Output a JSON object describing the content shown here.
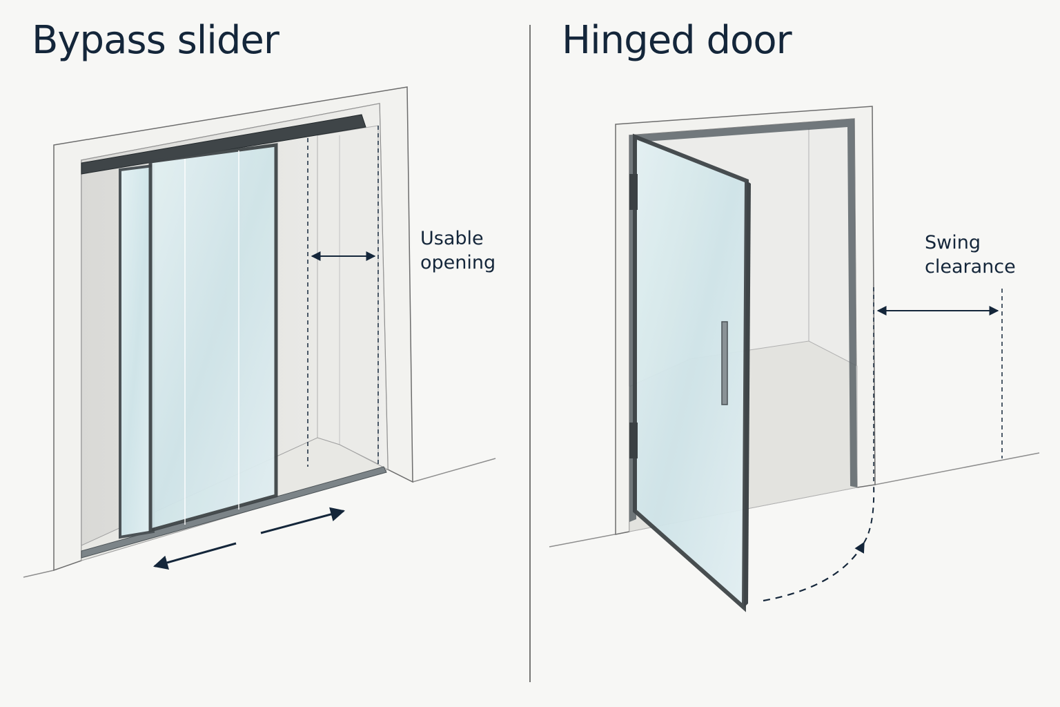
{
  "colors": {
    "ink": "#14263a",
    "background": "#f7f7f5",
    "wall_line": "#8d8d8d",
    "glass": "#d7ebee",
    "frame": "#5c6468"
  },
  "left_panel": {
    "title": "Bypass slider",
    "callout": {
      "line1": "Usable",
      "line2": "opening"
    },
    "icons": [
      "sliding-left-arrow-icon",
      "sliding-right-arrow-icon",
      "opening-width-arrow-icon"
    ]
  },
  "right_panel": {
    "title": "Hinged door",
    "callout": {
      "line1": "Swing",
      "line2": "clearance"
    },
    "icons": [
      "swing-arc-arrow-icon",
      "clearance-width-arrow-icon"
    ]
  }
}
